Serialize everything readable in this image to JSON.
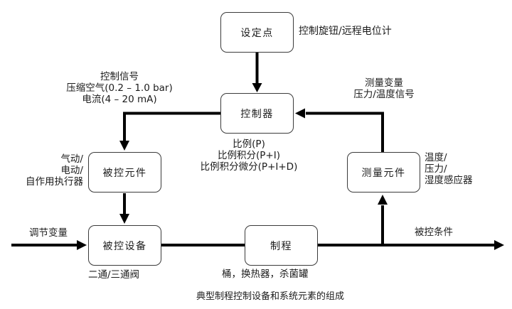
{
  "diagram": {
    "nodes": {
      "setpoint": "设定点",
      "controller": "控制器",
      "final_control_element": "被控元件",
      "controlled_equipment": "被控设备",
      "process": "制程",
      "measuring_element": "测量元件"
    },
    "labels": {
      "setpoint_note": "控制旋钮/远程电位计",
      "control_signal": [
        "控制信号",
        "压缩空气(0.2 – 1.0 bar)",
        "电流(4 – 20 mA)"
      ],
      "measured_variable": [
        "测量变量",
        "压力/温度信号"
      ],
      "controller_modes": [
        "比例(P)",
        "比例积分(P+I)",
        "比例积分微分(P+I+D)"
      ],
      "actuator_types": [
        "气动/",
        "电动/",
        "自作用执行器"
      ],
      "sensor_types": [
        "温度/",
        "压力/",
        "湿度感应器"
      ],
      "manipulated_variable": "调节变量",
      "valve_note": "二通/三通阀",
      "process_examples": "桶，换热器，杀菌罐",
      "controlled_condition": "被控条件"
    },
    "caption": "典型制程控制设备和系统元素的组成",
    "colors": {
      "line": "#000000",
      "box_border": "#3b3b3b",
      "box_fill": "#ffffff",
      "text": "#1c1c1c",
      "background": "#ffffff"
    }
  }
}
